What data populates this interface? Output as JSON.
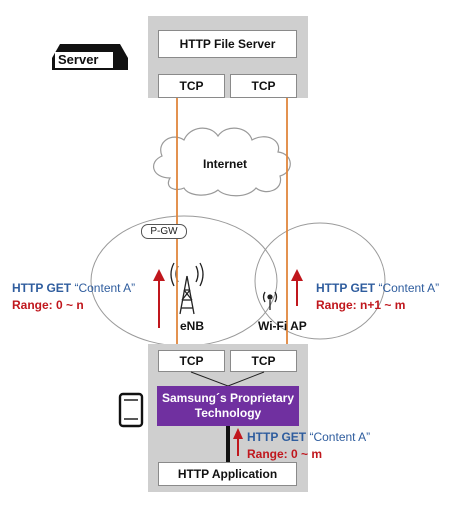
{
  "server": {
    "badge_label": "Server",
    "title": "HTTP File Server",
    "tcp_left": "TCP",
    "tcp_right": "TCP"
  },
  "network": {
    "internet_label": "Internet",
    "pgw_label": "P-GW",
    "enb_label": "eNB",
    "wifi_label": "Wi-Fi AP"
  },
  "left_request": {
    "method": "HTTP GET",
    "content": "“Content A”",
    "range": "Range: 0 ~ n"
  },
  "right_request": {
    "method": "HTTP GET",
    "content": "“Content A”",
    "range": "Range: n+1 ~ m"
  },
  "device": {
    "tcp_left": "TCP",
    "tcp_right": "TCP",
    "proprietary_line1": "Samsung´s Proprietary",
    "proprietary_line2": "Technology",
    "app_label": "HTTP Application"
  },
  "app_request": {
    "method": "HTTP GET",
    "content": "“Content A”",
    "range": "Range: 0 ~ m"
  },
  "colors": {
    "orange_link": "#e0863c",
    "purple_box": "#7030a0",
    "blue_text": "#2f5d9e",
    "red_text": "#c0171d",
    "panel_gray": "#cfcfcf"
  }
}
